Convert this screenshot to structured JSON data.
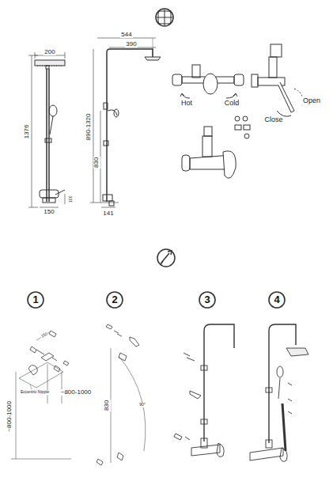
{
  "diagram": {
    "labels": [
      "200",
      "1376",
      "150",
      "100",
      "544",
      "390",
      "890-1320",
      "830",
      "141",
      "Hot",
      "Cold",
      "Open",
      "Close",
      "1",
      "2",
      "3",
      "4",
      "150",
      "~800-1000",
      "~800-1000",
      "Eccentric Nipple",
      "830",
      "90°"
    ]
  }
}
